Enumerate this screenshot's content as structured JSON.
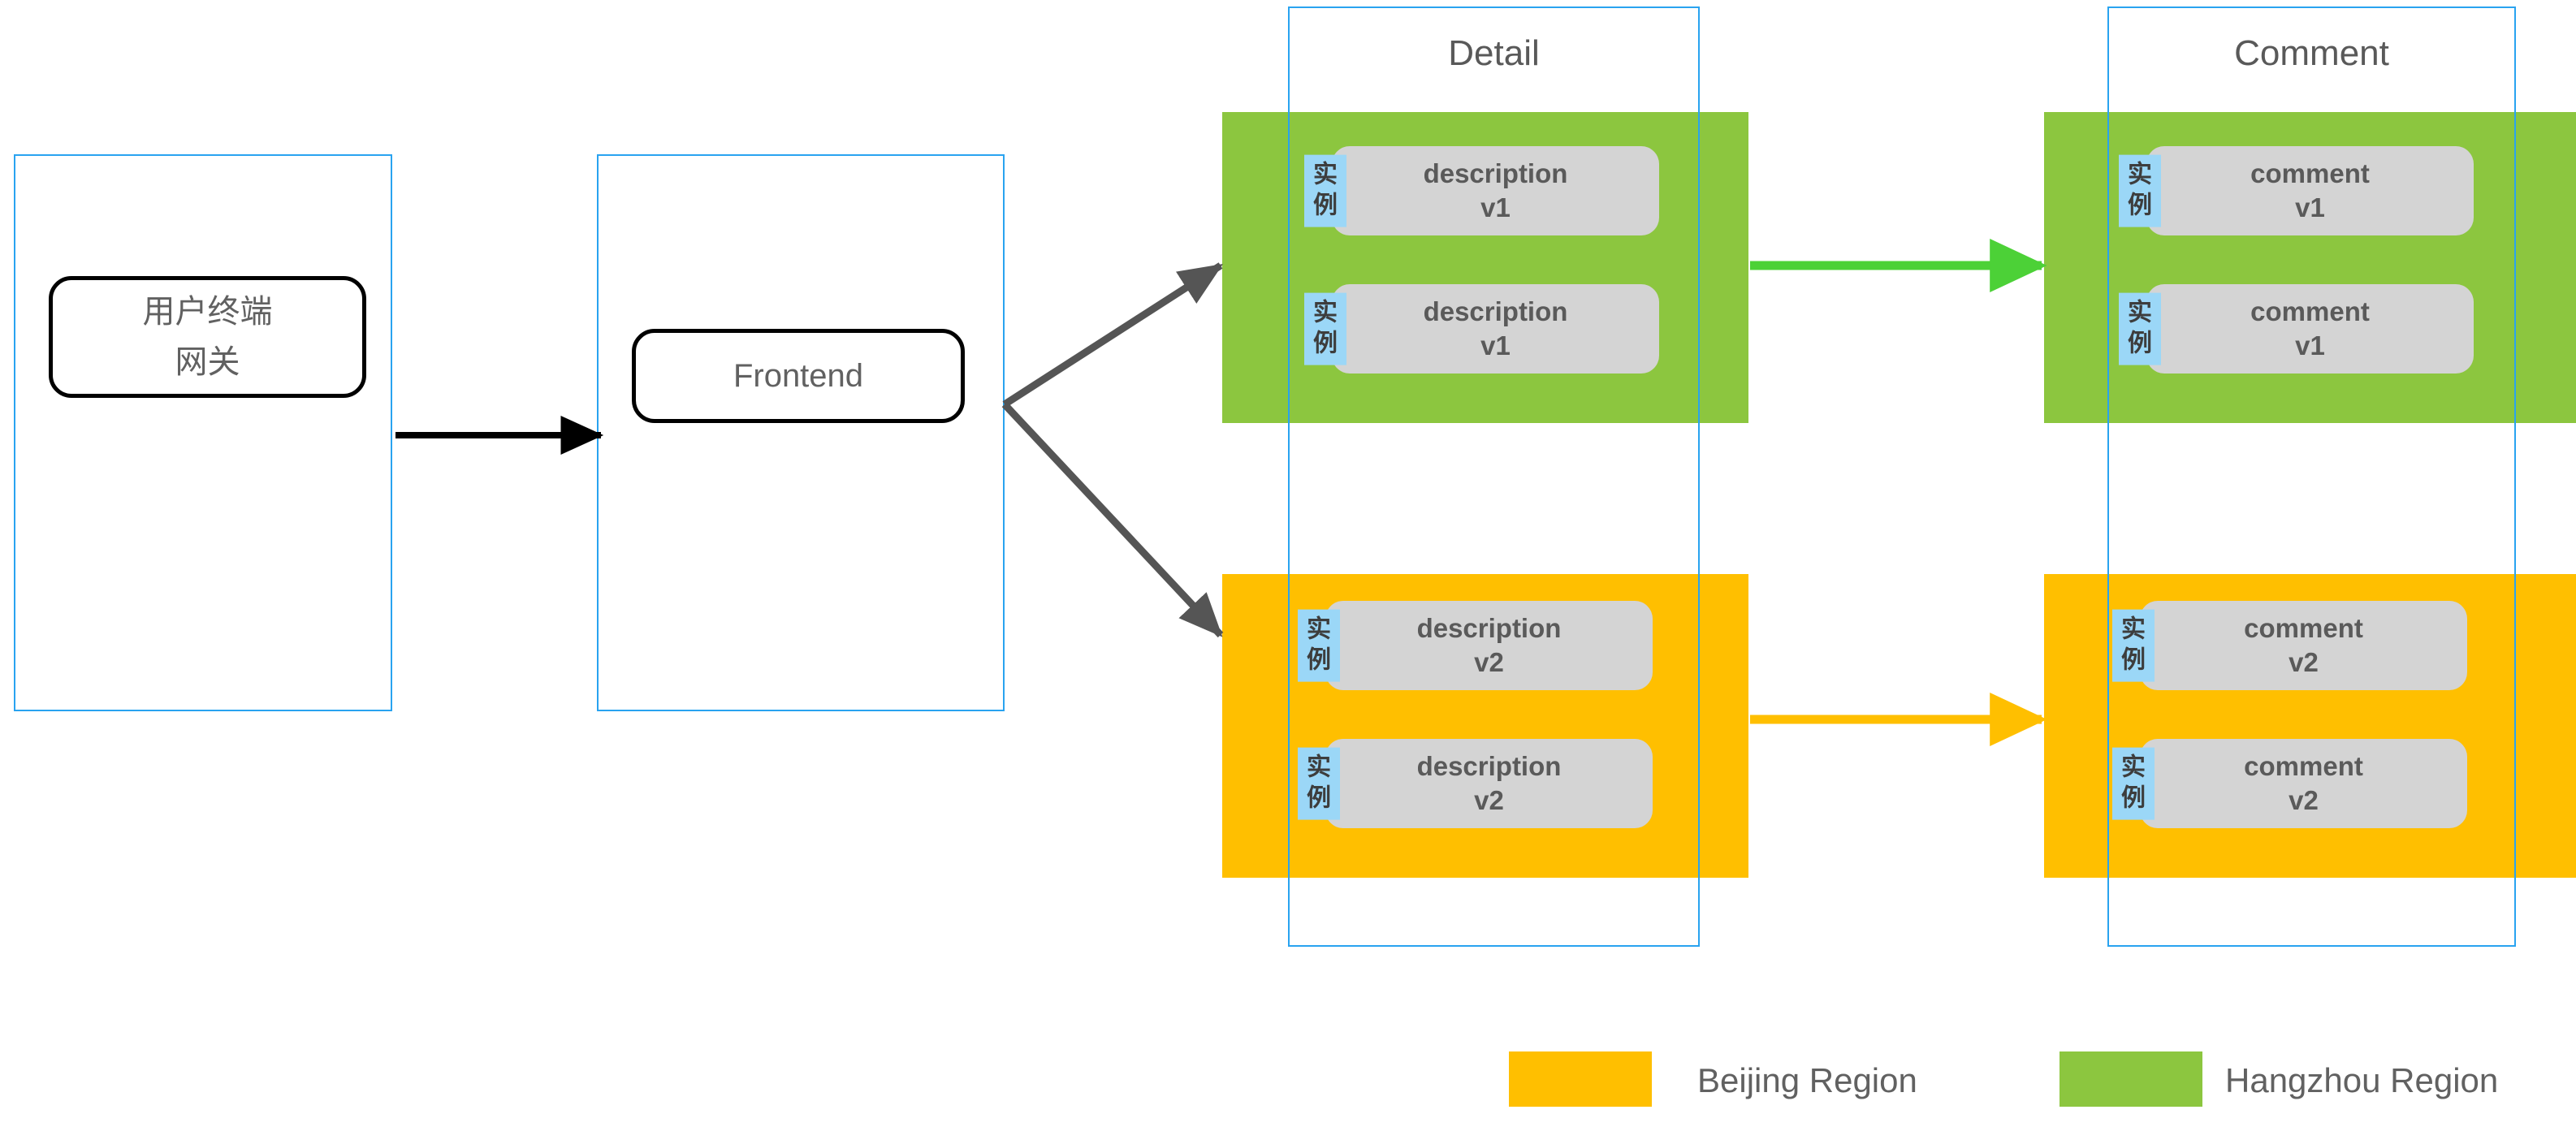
{
  "diagram": {
    "groups": [
      {
        "name": "client-group",
        "title": ""
      },
      {
        "name": "frontend-group",
        "title": ""
      },
      {
        "name": "detail-group",
        "title": "Detail"
      },
      {
        "name": "comment-group",
        "title": "Comment"
      }
    ],
    "nodes": [
      {
        "name": "client-node",
        "line1": "用户终端",
        "line2": "网关"
      },
      {
        "name": "frontend-node",
        "line1": "Frontend",
        "line2": ""
      }
    ],
    "regions": [
      {
        "key": "hangzhou",
        "color": "#8CC63F"
      },
      {
        "key": "beijing",
        "color": "#FFBF00"
      }
    ],
    "badge": {
      "char1": "实",
      "char2": "例",
      "color": "#9BD7F7"
    },
    "detail": {
      "hangzhou": [
        {
          "title": "description",
          "version": "v1"
        },
        {
          "title": "description",
          "version": "v1"
        }
      ],
      "beijing": [
        {
          "title": "description",
          "version": "v2"
        },
        {
          "title": "description",
          "version": "v2"
        }
      ]
    },
    "comment": {
      "hangzhou": [
        {
          "title": "comment",
          "version": "v1"
        },
        {
          "title": "comment",
          "version": "v1"
        }
      ],
      "beijing": [
        {
          "title": "comment",
          "version": "v2"
        },
        {
          "title": "comment",
          "version": "v2"
        }
      ]
    },
    "connectors": [
      {
        "name": "client-to-frontend",
        "color": "#000000"
      },
      {
        "name": "frontend-to-detail-hangzhou",
        "color": "#555555"
      },
      {
        "name": "frontend-to-detail-beijing",
        "color": "#555555"
      },
      {
        "name": "detail-to-comment-hangzhou",
        "color": "#4CD137"
      },
      {
        "name": "detail-to-comment-beijing",
        "color": "#FFBF00"
      }
    ],
    "legend": [
      {
        "label": "Beijing Region",
        "color": "#FFBF00"
      },
      {
        "label": "Hangzhou Region",
        "color": "#8CC63F"
      }
    ]
  }
}
